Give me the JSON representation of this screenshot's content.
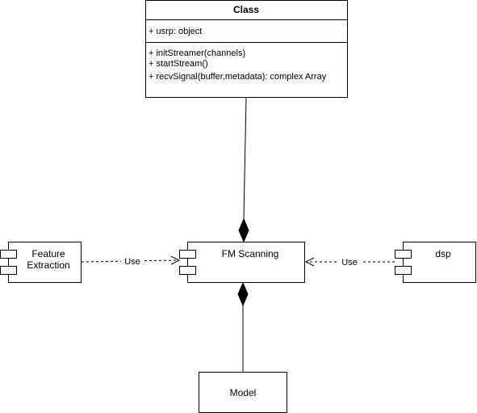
{
  "class_box": {
    "title": "Class",
    "attributes": [
      "+ usrp: object"
    ],
    "methods": [
      "+ initStreamer(channels)",
      "+ startStream()",
      "+ recvSignal(buffer,metadata): complex Array"
    ]
  },
  "components": {
    "feature_extraction": [
      "Feature",
      "Extraction"
    ],
    "fm_scanning": "FM Scanning",
    "dsp": "dsp"
  },
  "model": {
    "label": "Model"
  },
  "edges": {
    "use_left": "Use",
    "use_right": "Use"
  }
}
